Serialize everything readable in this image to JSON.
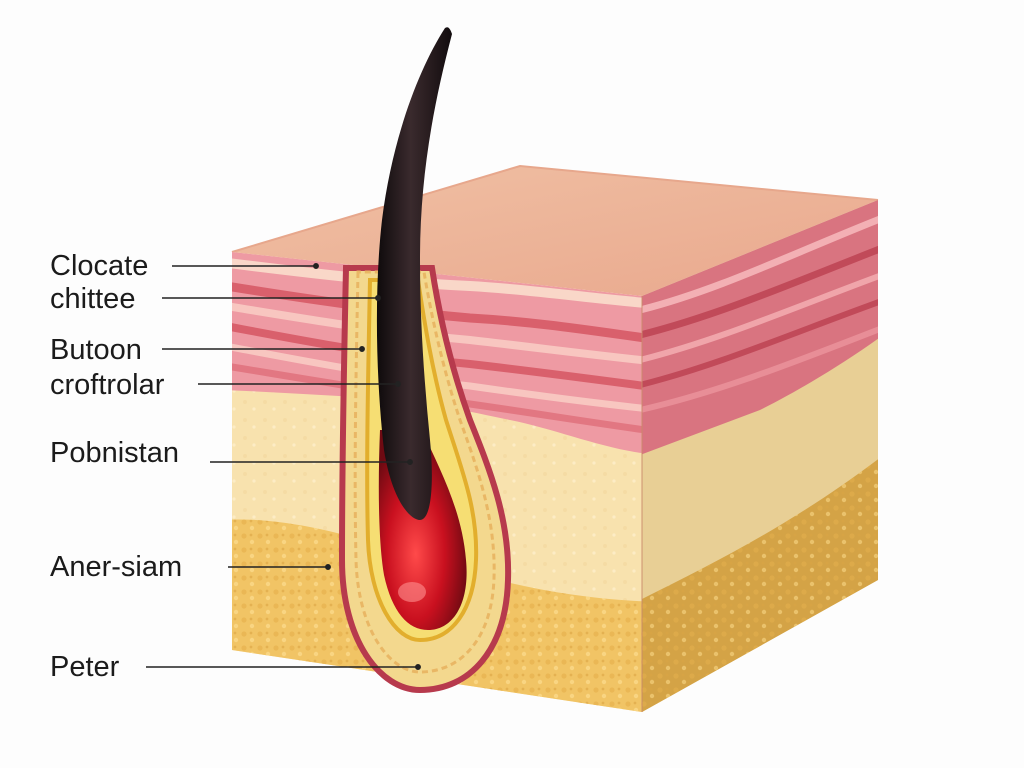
{
  "labels": [
    "Clocate",
    "chittee",
    "Butoon",
    "croftrolar",
    "Pobnistan",
    "Aner-siam",
    "Peter"
  ],
  "colors": {
    "background": "#fdfdfd",
    "skin_top": "#eeb49a",
    "epidermis_pink": "#ee9aa3",
    "dermis_stripe": "#d9606c",
    "dermis_light": "#f8c6c0",
    "subcutis_cream": "#f8e2ae",
    "fat_base": "#f1c465",
    "fat_side": "#d4a346",
    "follicle_border": "#b73a4d",
    "follicle_yellow": "#f3d24d",
    "hair_shaft": "#1e1416",
    "hair_bulb": "#c01020",
    "leader_line": "#222222"
  }
}
